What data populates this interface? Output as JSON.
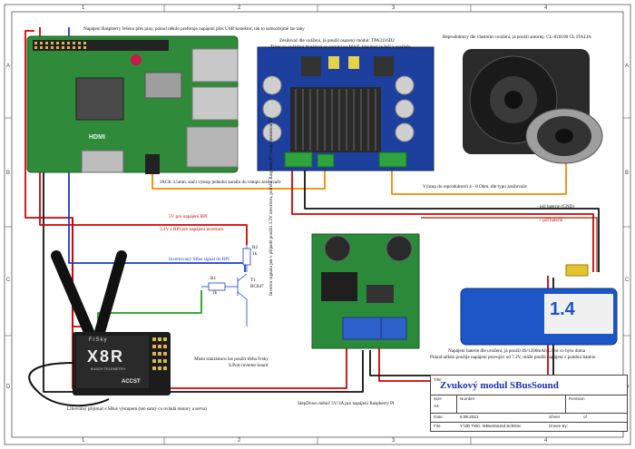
{
  "frame": {
    "columns": [
      "1",
      "2",
      "3",
      "4"
    ],
    "rows": [
      "A",
      "B",
      "C",
      "D"
    ]
  },
  "annotations": {
    "rpi_power": "Napájení Raspberry řešeno přes piny, pokud někdo preferuje napájení přes USB konektor, tak to samozřejmě lze taky",
    "amp_line1": "Zesilovač dle uvážení, já použil osazený modul: TPA3116D2",
    "amp_line2": "Trimr na ovládání hlasitosti se nastaví na MAX, hlasitost se řeší z vysílače",
    "speakers": "Reproduktory dle vlastního uvážení, já použil autorep. CL-018100 CL ITALIA",
    "jack": "JACK 3.5mm, stačí výstup jednoho kanálu do vstupu zesilovače",
    "speaker_out": "Výstup do reproduktorů 4 - 8 Ohm, dle typu zesilovače",
    "gnd_battery": "- pól baterie (GND)",
    "plus_battery": "+ pól baterie",
    "v5": "5V pro napájení RPI",
    "v33": "3.3V z RPI pro napájení invertoru",
    "inverted_sbus": "Invertovaný SBus signál do RPI",
    "r1_name": "R1",
    "r1_value": "1k",
    "r2_name": "R2",
    "r2_value": "1k",
    "t1_name": "T1",
    "t1_value": "BC847",
    "inverter_note": "Invertor signálu jen v případě použití 3.3V invertoru, potřeba RaspberryPi vstupy nesnesou 5V",
    "transistor_note_1": "Místo tranzistoru lze použít třeba Frsky",
    "transistor_note_2": "S.Port inverter board",
    "receiver_note": "Libovolný přijímač s SBus výstupem (ten samý co ovládá motory a serva)",
    "stepdown_note": "StepDown měnič 5V/3A pro napájení Raspberry PI",
    "battery_line1": "Napájení baterie dle uvážení, já použil 4S/1200mAh LiPol co bylo doma",
    "battery_line2": "Pokud někdo použije napájení pravující od 7.2V, může použít napájení z palubní baterie",
    "battery_label": "1.4",
    "receiver_brand": "FrSky",
    "receiver_model": "X8R",
    "receiver_sub": "8/16CH TELEMETRY",
    "receiver_tag": "ACCST",
    "hdmi": "HDMI"
  },
  "title_block": {
    "title_label": "Title",
    "title": "Zvukový modul SBusSound",
    "size_label": "Size",
    "size": "A4",
    "number_label": "Number",
    "revision_label": "Revision",
    "date_label": "Date:",
    "date": "5.08.2021",
    "sheet_label": "Sheet",
    "sheet_of": "of",
    "file_label": "File:",
    "file": "Y:\\3D Tisk\\..\\SBusSound.SchDoc",
    "drawn_label": "Drawn By:"
  },
  "colors": {
    "red_wire": "#d40000",
    "black_wire": "#111111",
    "blue_wire": "#1a3ec8",
    "orange_wire": "#f08a00",
    "green_wire": "#1fa21f",
    "brown_wire": "#8a2a0a",
    "pcb_green": "#2f8a3a",
    "pcb_blue": "#1d3f9e"
  }
}
